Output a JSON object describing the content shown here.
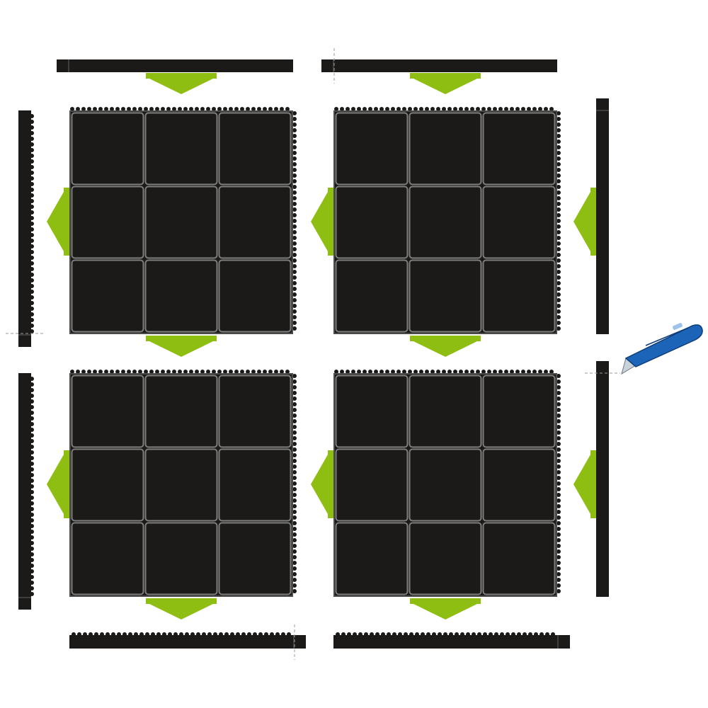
{
  "diagram": {
    "tile_grid": {
      "rows": 2,
      "cols": 2,
      "cells_per_side": 3
    },
    "tiles": [
      {
        "id": "tile-top-left"
      },
      {
        "id": "tile-top-right"
      },
      {
        "id": "tile-bottom-left"
      },
      {
        "id": "tile-bottom-right"
      }
    ],
    "edge_strips": [
      "top",
      "left",
      "right",
      "bottom"
    ],
    "arrows_direction": [
      "down",
      "left"
    ],
    "tool": "utility-knife",
    "colors": {
      "tile_fill": "#1b1a18",
      "tile_grid_line": "#7d7d7d",
      "strip_fill": "#1b1a18",
      "arrow_green": "#8fbe13",
      "knife_blue": "#1c64b8",
      "knife_blade": "#c8d2da",
      "guide_line": "#9a9a9a",
      "background": "#ffffff"
    }
  }
}
